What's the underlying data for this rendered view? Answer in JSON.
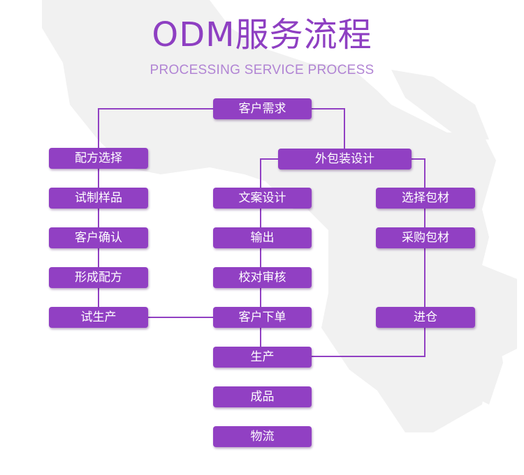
{
  "header": {
    "title": "ODM服务流程",
    "subtitle": "PROCESSING SERVICE PROCESS"
  },
  "colors": {
    "accent": "#9140c3",
    "line": "#9140c3",
    "subtitle": "#b184d4",
    "map": "#f1f1f1"
  },
  "nodes": {
    "customer_demand": "客户需求",
    "formula_selection": "配方选择",
    "trial_sample": "试制样品",
    "customer_confirm_left": "客户确认",
    "form_formula": "形成配方",
    "trial_production": "试生产",
    "packaging_design": "外包装设计",
    "copy_design": "文案设计",
    "output": "输出",
    "proofread_review": "校对审核",
    "customer_order": "客户下单",
    "production": "生产",
    "finished_product": "成品",
    "logistics": "物流",
    "select_material": "选择包材",
    "purchase_material": "采购包材",
    "warehousing": "进仓"
  }
}
